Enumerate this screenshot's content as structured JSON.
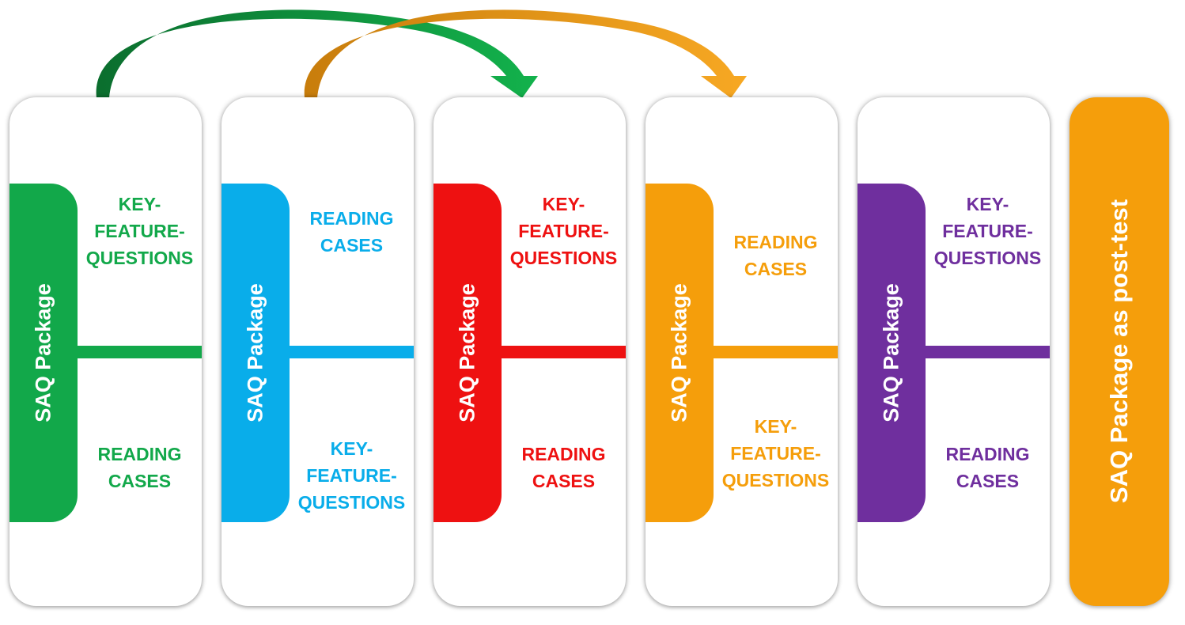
{
  "colors": {
    "green": "#12a84a",
    "blue": "#09adea",
    "red": "#ee1111",
    "orange": "#f59e0b",
    "purple": "#6f2f9e",
    "arrow_green": "#0f8a3c",
    "arrow_orange": "#ef9c12"
  },
  "packages": [
    {
      "tab_label": "SAQ Package",
      "color": "green",
      "top_text": "KEY-\nFEATURE-\nQUESTIONS",
      "bottom_text": "READING\nCASES"
    },
    {
      "tab_label": "SAQ Package",
      "color": "blue",
      "top_text": "READING\nCASES",
      "bottom_text": "KEY-\nFEATURE-\nQUESTIONS"
    },
    {
      "tab_label": "SAQ Package",
      "color": "red",
      "top_text": "KEY-\nFEATURE-\nQUESTIONS",
      "bottom_text": "READING\nCASES"
    },
    {
      "tab_label": "SAQ Package",
      "color": "orange",
      "top_text": "READING\nCASES",
      "bottom_text": "KEY-\nFEATURE-\nQUESTIONS"
    },
    {
      "tab_label": "SAQ Package",
      "color": "purple",
      "top_text": "KEY-\nFEATURE-\nQUESTIONS",
      "bottom_text": "READING\nCASES"
    }
  ],
  "post_test": {
    "label": "SAQ Package as post-test",
    "color": "orange"
  },
  "arrows": [
    {
      "from_package": 1,
      "to_package": 3,
      "color": "arrow_green"
    },
    {
      "from_package": 2,
      "to_package": 4,
      "color": "arrow_orange"
    }
  ]
}
